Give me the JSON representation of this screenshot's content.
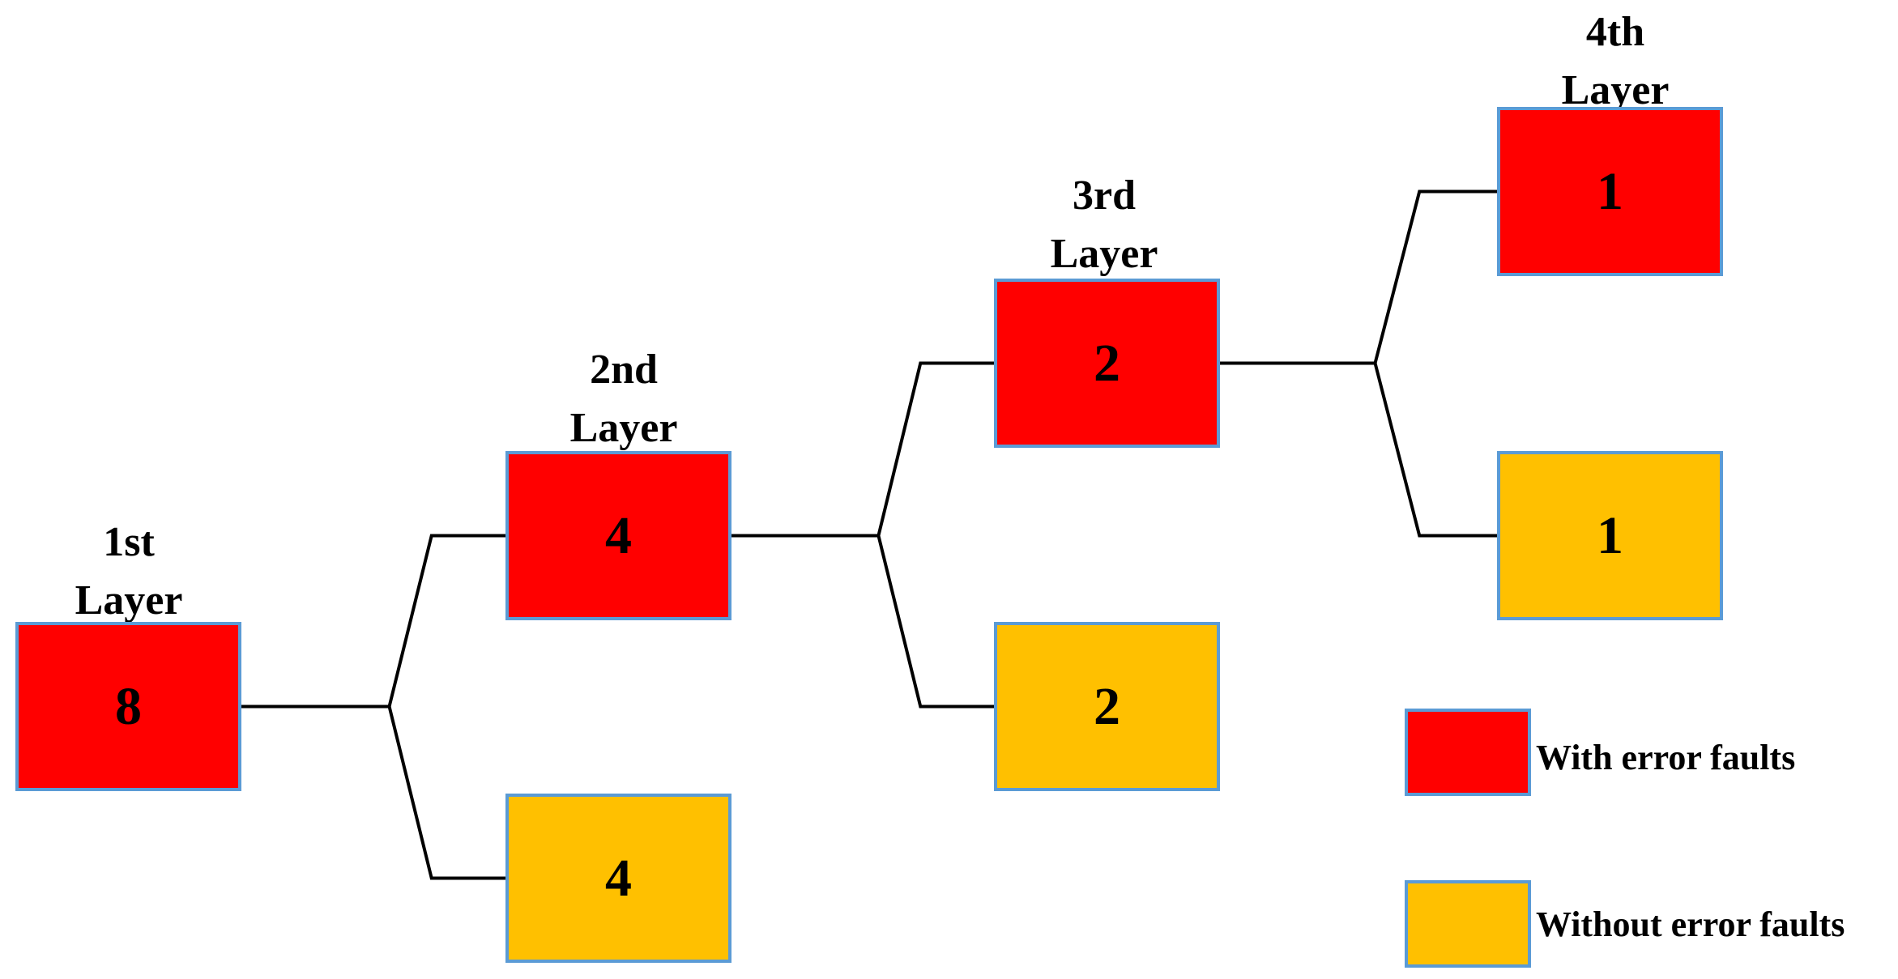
{
  "colors": {
    "with_error": "#ff0000",
    "without_error": "#ffc000",
    "node_border": "#5b9bd5",
    "connector": "#000000"
  },
  "layers": [
    {
      "id": "layer-1",
      "line1": "1st",
      "line2": "Layer"
    },
    {
      "id": "layer-2",
      "line1": "2nd",
      "line2": "Layer"
    },
    {
      "id": "layer-3",
      "line1": "3rd",
      "line2": "Layer"
    },
    {
      "id": "layer-4",
      "line1": "4th",
      "line2": "Layer"
    }
  ],
  "nodes": [
    {
      "id": "l1-error",
      "layer": 1,
      "value": "8",
      "status": "with_error"
    },
    {
      "id": "l2-error",
      "layer": 2,
      "value": "4",
      "status": "with_error"
    },
    {
      "id": "l2-ok",
      "layer": 2,
      "value": "4",
      "status": "without_error"
    },
    {
      "id": "l3-error",
      "layer": 3,
      "value": "2",
      "status": "with_error"
    },
    {
      "id": "l3-ok",
      "layer": 3,
      "value": "2",
      "status": "without_error"
    },
    {
      "id": "l4-error",
      "layer": 4,
      "value": "1",
      "status": "with_error"
    },
    {
      "id": "l4-ok",
      "layer": 4,
      "value": "1",
      "status": "without_error"
    }
  ],
  "edges": [
    {
      "from": "l1-error",
      "to": "l2-error"
    },
    {
      "from": "l1-error",
      "to": "l2-ok"
    },
    {
      "from": "l2-error",
      "to": "l3-error"
    },
    {
      "from": "l2-error",
      "to": "l3-ok"
    },
    {
      "from": "l3-error",
      "to": "l4-error"
    },
    {
      "from": "l3-error",
      "to": "l4-ok"
    }
  ],
  "legend": {
    "with_error_label": "With error faults",
    "without_error_label": "Without error faults"
  }
}
